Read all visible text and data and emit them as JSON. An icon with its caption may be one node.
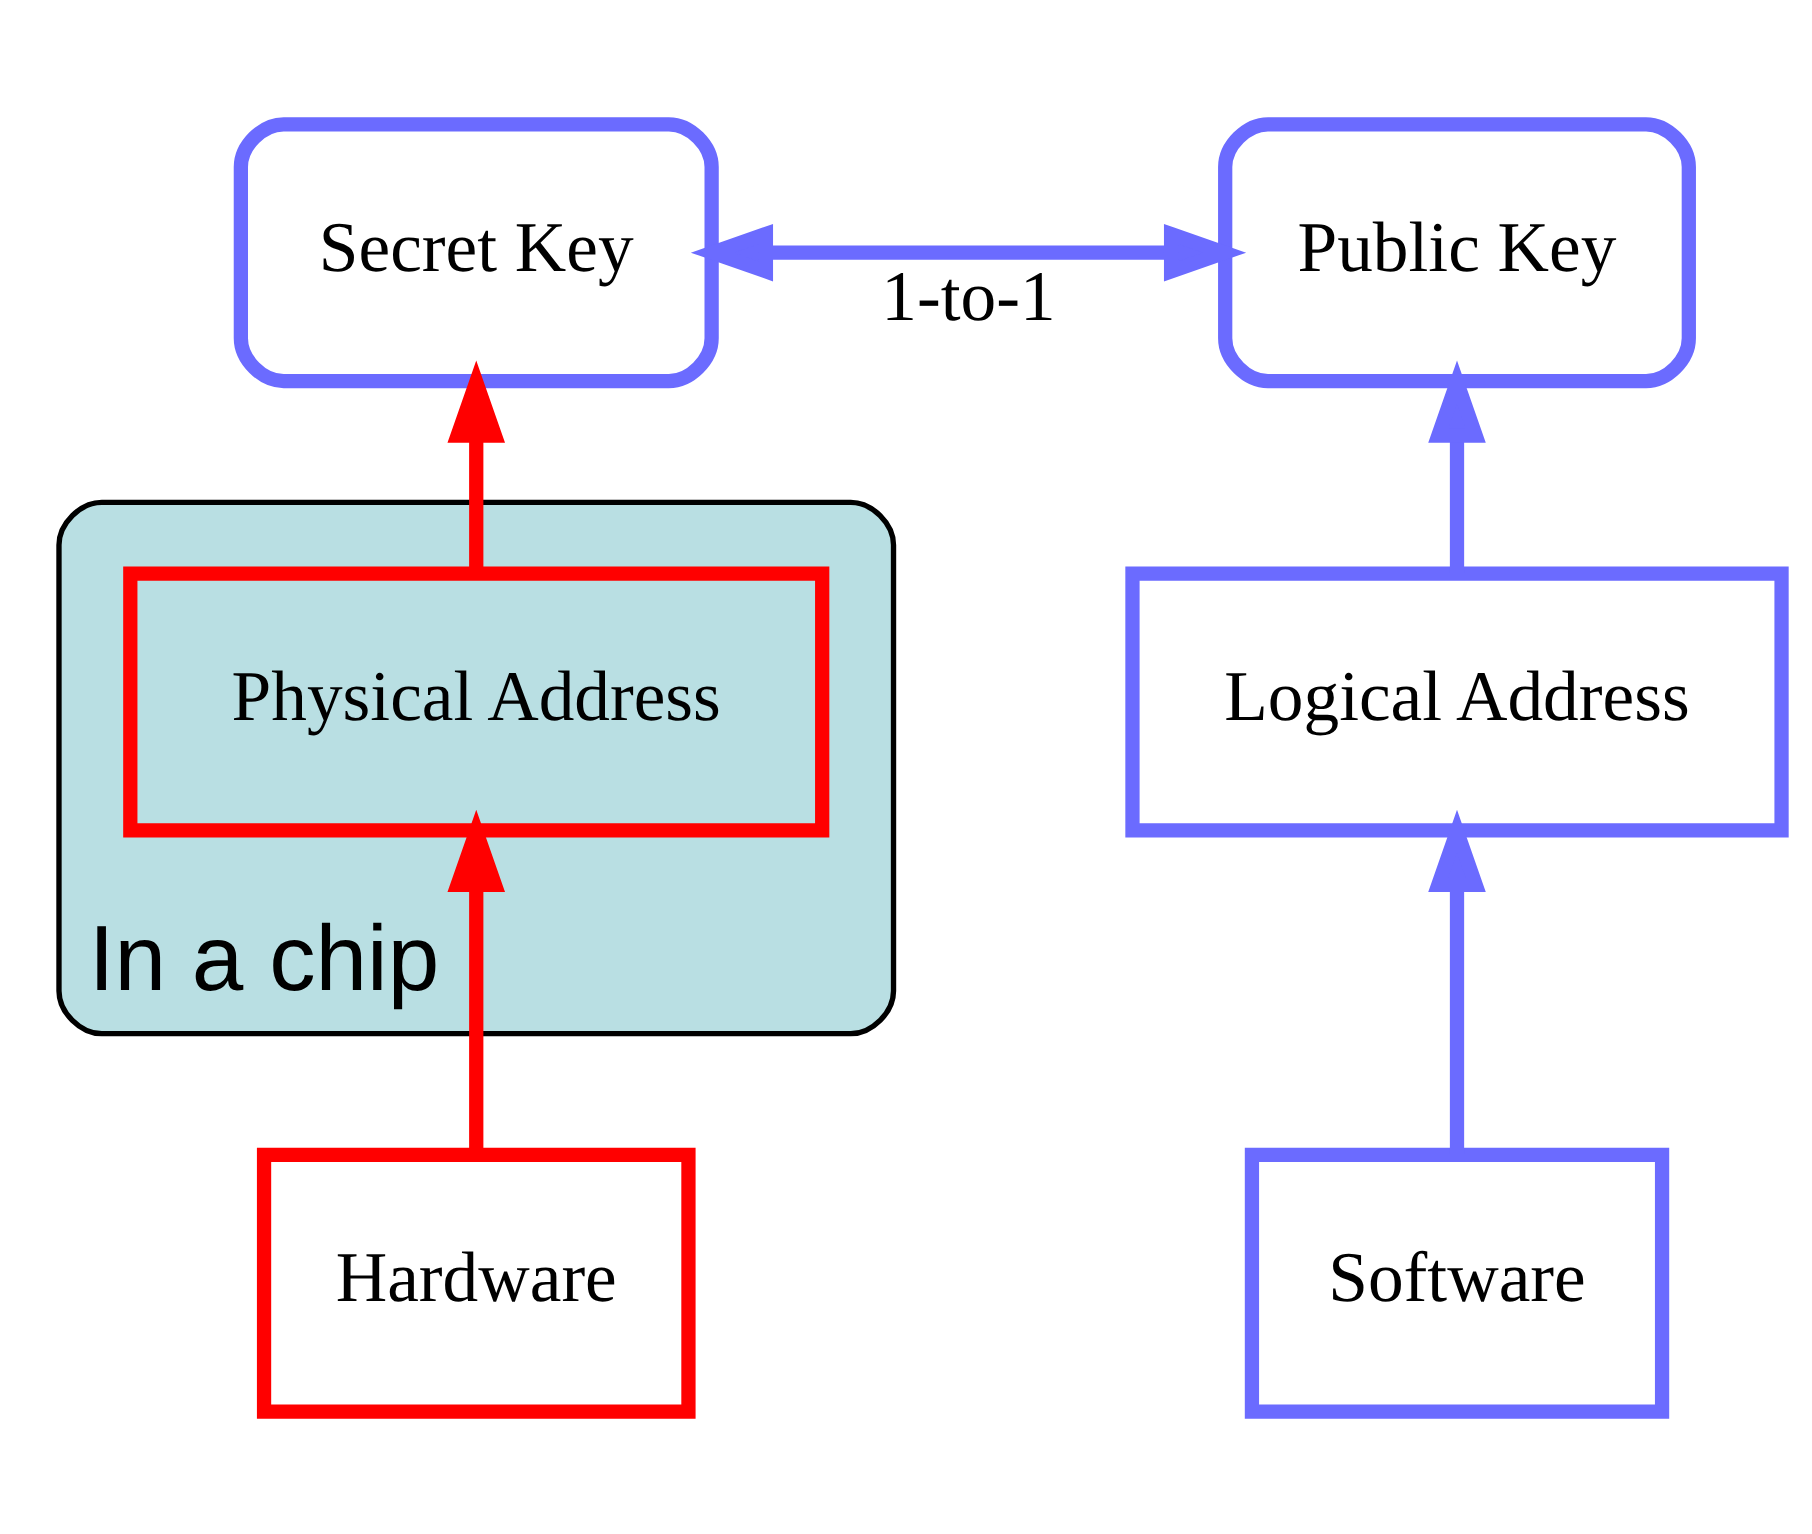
{
  "diagram": {
    "nodes": [
      {
        "text": [
          "Secret Key"
        ]
      },
      {
        "text": [
          "Public Key"
        ]
      },
      {
        "text": [
          "In a chip"
        ]
      },
      {
        "text": [
          "Physical Address"
        ],
        "in": 2
      },
      {
        "text": [
          "Logical Address"
        ]
      },
      {
        "text": [
          "Hardware"
        ]
      },
      {
        "text": [
          "Software"
        ]
      }
    ],
    "edges": [
      {
        "from": 0,
        "to": 1,
        "arrow": "both",
        "label": "1-to-1"
      },
      {
        "from": 3,
        "to": 0,
        "arrow": "to",
        "color": "#ff0000"
      },
      {
        "from": 5,
        "to": 3,
        "arrow": "to",
        "color": "#ff0000"
      },
      {
        "from": 4,
        "to": 1,
        "arrow": "to"
      },
      {
        "from": 6,
        "to": 4,
        "arrow": "to"
      }
    ]
  }
}
